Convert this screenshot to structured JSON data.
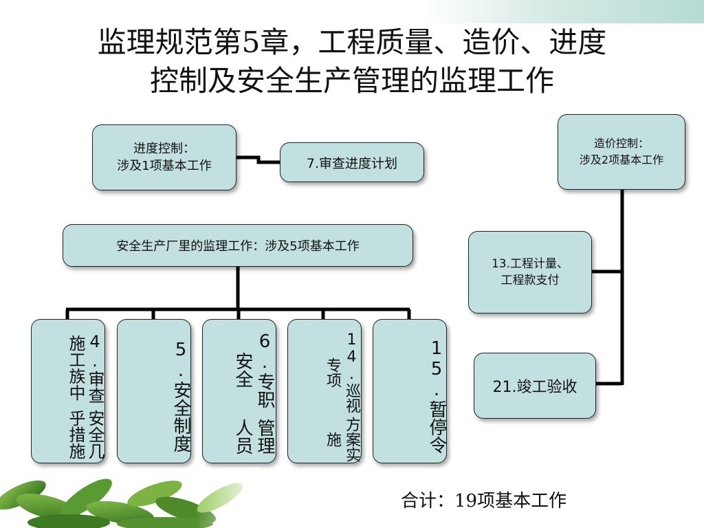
{
  "title": {
    "line1": "监理规范第5章，工程质量、造价、进度",
    "line2": "控制及安全生产管理的监理工作"
  },
  "progress": {
    "label_line1": "进度控制：",
    "label_line2": "涉及1项基本工作",
    "item": "7.审查进度计划"
  },
  "cost": {
    "label_line1": "造价控制：",
    "label_line2": "涉及2项基本工作",
    "item1_line1": "13.工程计量、",
    "item1_line2": "工程款支付",
    "item2": "21.竣工验收"
  },
  "safety": {
    "label": "安全生产厂里的监理工作：涉及5项基本工作",
    "items": [
      {
        "col1": "4.审查施工族中",
        "col2": "安全几乎措施"
      },
      {
        "col1": "5.安全制度",
        "col2": ""
      },
      {
        "col1": "6.专职安全",
        "col2": "管理人员"
      },
      {
        "col1": "14.巡视专项",
        "col2": "方案实施"
      },
      {
        "col1": "15.暂停令",
        "col2": ""
      }
    ]
  },
  "total": "合计：19项基本工作"
}
